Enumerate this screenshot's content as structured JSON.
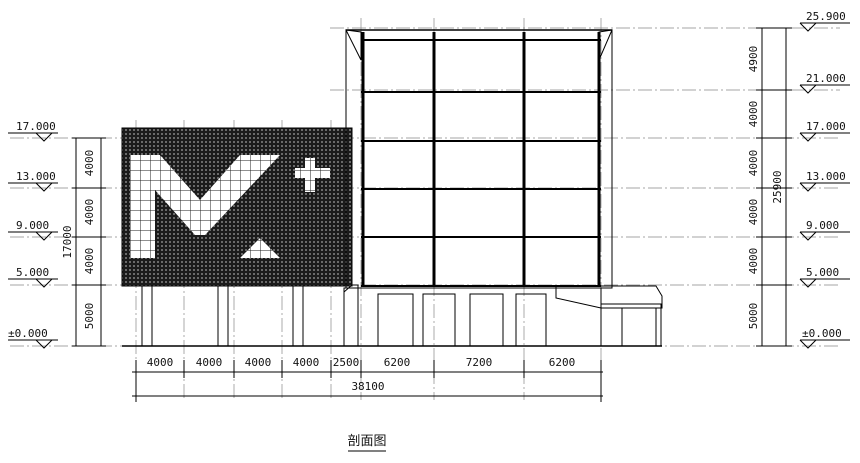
{
  "drawing": {
    "caption": "剖面图",
    "left_levels": [
      "17.000",
      "13.000",
      "9.000",
      "5.000",
      "±0.000"
    ],
    "right_levels": [
      "25.900",
      "21.000",
      "17.000",
      "13.000",
      "9.000",
      "5.000",
      "±0.000"
    ],
    "left_vertical_dims": [
      "4000",
      "4000",
      "4000",
      "5000"
    ],
    "left_total_height": "17000",
    "right_vertical_dims": [
      "4900",
      "4000",
      "4000",
      "4000",
      "4000",
      "5000"
    ],
    "right_total_height": "25900",
    "bottom_dims": [
      "4000",
      "4000",
      "4000",
      "4000",
      "2500",
      "6200",
      "7200",
      "6200"
    ],
    "overall_width": "38100"
  }
}
